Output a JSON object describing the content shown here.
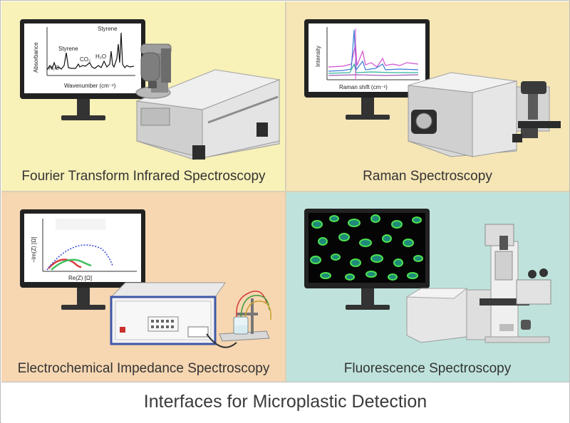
{
  "panels": {
    "ftir": {
      "title": "Fourier Transform Infrared Spectroscopy",
      "plot": {
        "ylabel": "Absorbance",
        "xlabel": "Wavenumber (cm⁻¹)",
        "annotations": [
          "H₂O",
          "Styrene",
          "CO₂",
          "Styrene",
          "H₂O"
        ]
      }
    },
    "raman": {
      "title": "Raman Spectroscopy",
      "plot": {
        "ylabel": "Intensity",
        "xlabel": "Raman shift (cm⁻¹)"
      }
    },
    "eis": {
      "title": "Electrochemical Impedance Spectroscopy",
      "plot": {
        "ylabel": "−Im(Z) [Ω]",
        "xlabel": "Re(Z) [Ω]"
      }
    },
    "fluorescence": {
      "title": "Fluorescence Spectroscopy"
    }
  },
  "caption": "Interfaces for Microplastic Detection",
  "colors": {
    "ftir_bg": "#f8f1b8",
    "raman_bg": "#f6e6b6",
    "eis_bg": "#f6d7b2",
    "fluorescence_bg": "#bfe3dc",
    "raman_lines": [
      "#d34fd0",
      "#3a7bd5",
      "#2fb39a",
      "#9b59b6"
    ],
    "eis_series": [
      "#d93b3b",
      "#3fbf5f",
      "#3b4fd9"
    ],
    "cell_fill": "#1f8a7a",
    "cell_edge": "#4ee34e"
  },
  "icons": [
    "monitor-icon",
    "ftir-spectrometer-icon",
    "raman-spectrometer-icon",
    "potentiostat-icon",
    "electrochemical-cell-icon",
    "fluorescence-microscope-icon"
  ]
}
